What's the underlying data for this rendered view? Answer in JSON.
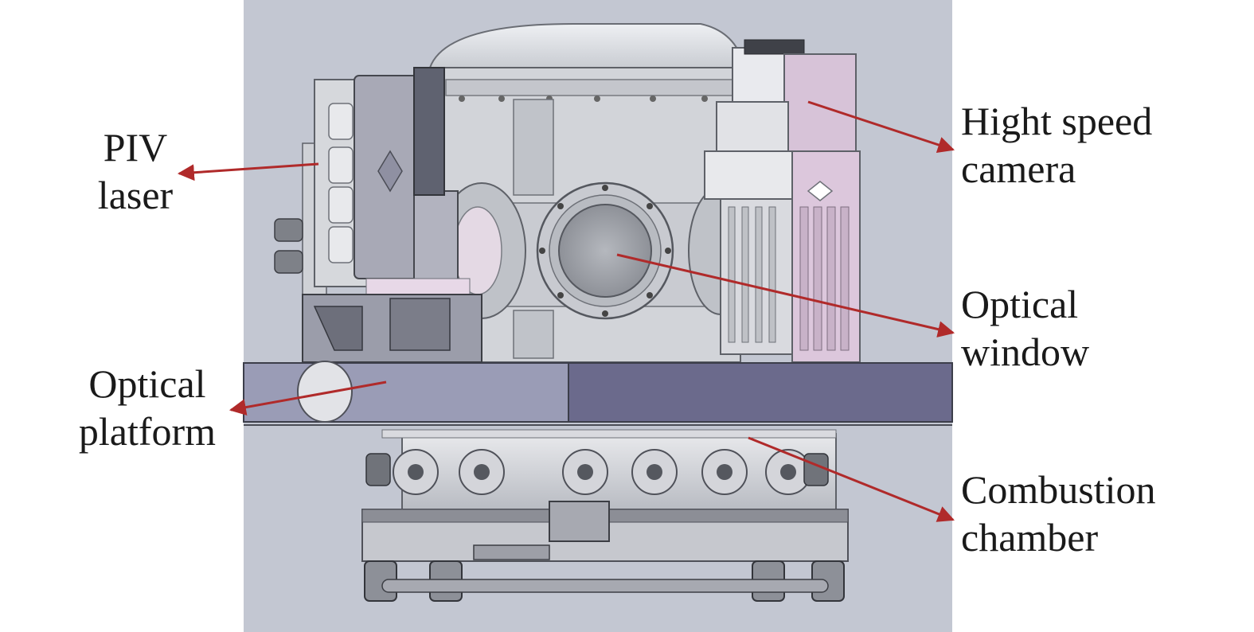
{
  "colors": {
    "background_panel": "#c3c7d2",
    "arrow": "#b02a2a",
    "camera_body": "#d7c3d8",
    "platform_left": "#9a9cb6",
    "platform_right": "#6b6a8c",
    "metal": "#bfc2c8",
    "text": "#1a1a1a"
  },
  "labels": {
    "piv_laser": {
      "line1": "PIV",
      "line2": "laser"
    },
    "optical_platform": {
      "line1": "Optical",
      "line2": "platform"
    },
    "high_speed_camera": {
      "line1": "Hight speed",
      "line2": "camera"
    },
    "optical_window": {
      "line1": "Optical",
      "line2": "window"
    },
    "combustion_chamber": {
      "line1": "Combustion",
      "line2": "chamber"
    }
  }
}
